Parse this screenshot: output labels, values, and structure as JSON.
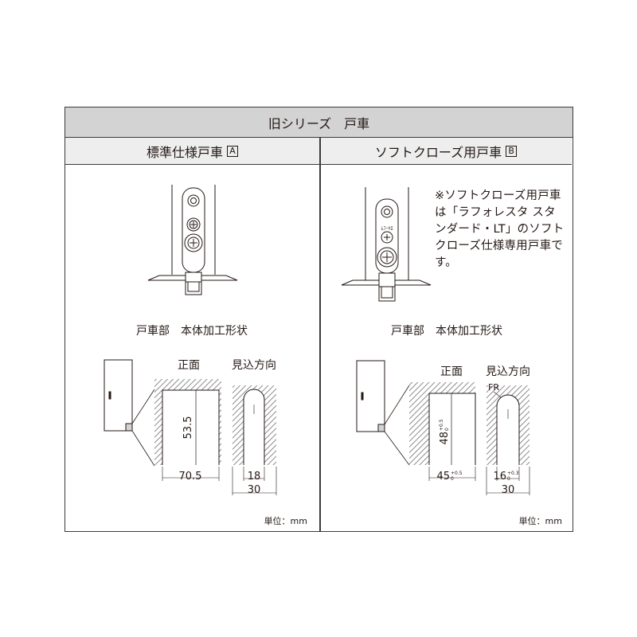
{
  "header": {
    "title": "旧シリーズ　戸車"
  },
  "columns": [
    {
      "heading": "標準仕様戸車",
      "badge": "A",
      "part_label": "戸車部　本体加工形状",
      "front_label": "正面",
      "side_label": "見込方向",
      "dims": {
        "height": "53.5",
        "width": "70.5",
        "groove": "18",
        "depth": "30"
      },
      "unit": "単位：mm"
    },
    {
      "heading": "ソフトクローズ用戸車",
      "badge": "B",
      "part_label": "戸車部　本体加工形状",
      "front_label": "正面",
      "side_label": "見込方向",
      "fr_label": "FR",
      "dims": {
        "height": "48",
        "height_tol_upper": "+0.5",
        "height_tol_lower": "0",
        "width": "45",
        "width_tol_upper": "+0.5",
        "width_tol_lower": "0",
        "groove": "16",
        "groove_tol_upper": "+0.3",
        "groove_tol_lower": "0",
        "depth": "30"
      },
      "note": "※ソフトクローズ用戸車は「ラフォレスタ スタンダード・LT」のソフトクローズ仕様専用戸車です。",
      "unit": "単位：mm"
    }
  ],
  "colors": {
    "line": "#231815",
    "title_bg": "#d3d3d3",
    "head_bg": "#eeeeee",
    "hatch": "#8c8c8c"
  }
}
